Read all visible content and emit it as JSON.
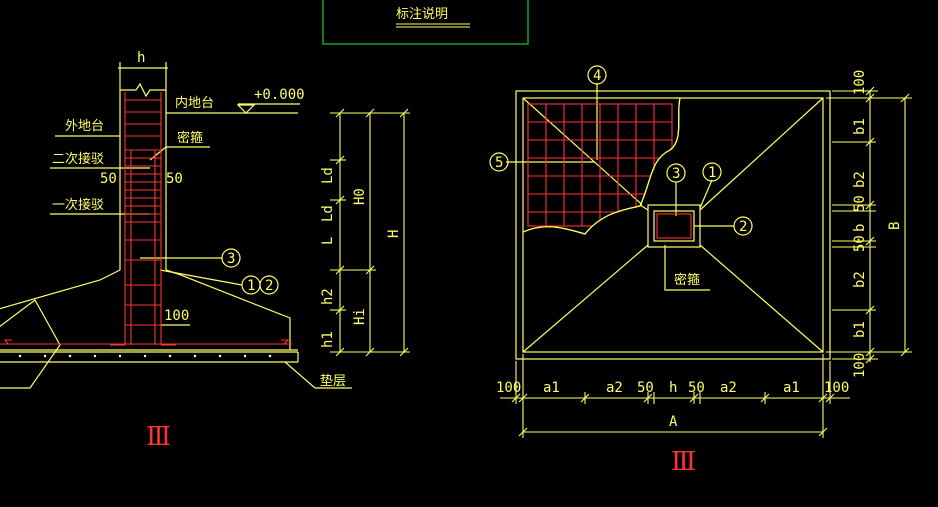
{
  "header": {
    "title": "标注说明"
  },
  "section": {
    "dim_h": "h",
    "inner_ground": "内地台",
    "level": "+0.000",
    "outer_ground": "外地台",
    "stirrup": "密箍",
    "splice2": "二次接驳",
    "splice1": "一次接驳",
    "d50_left": "50",
    "d50_right": "50",
    "callout3": "3",
    "callout1": "1",
    "callout2": "2",
    "d100": "100",
    "bedding": "垫层",
    "roman": "Ⅲ"
  },
  "vdims": {
    "Ld1": "Ld",
    "Ld2": "Ld",
    "L": "L",
    "h2": "h2",
    "h1": "h1",
    "H0": "H0",
    "Hi": "Hi",
    "H": "H"
  },
  "plan": {
    "callout4": "4",
    "callout5": "5",
    "callout3": "3",
    "callout1": "1",
    "callout2": "2",
    "stirrup": "密箍",
    "right_dims": [
      "100",
      "b1",
      "b2",
      "50",
      "b",
      "50",
      "b2",
      "b1",
      "100"
    ],
    "B": "B",
    "bottom_dims": [
      "100",
      "a1",
      "a2",
      "50",
      "h",
      "50",
      "a2",
      "a1",
      "100"
    ],
    "A": "A",
    "roman": "Ⅲ"
  },
  "colors": {
    "line": "#ffff66",
    "rebar": "#ff3333",
    "frame": "#22bb22",
    "leader": "#ffffff"
  }
}
